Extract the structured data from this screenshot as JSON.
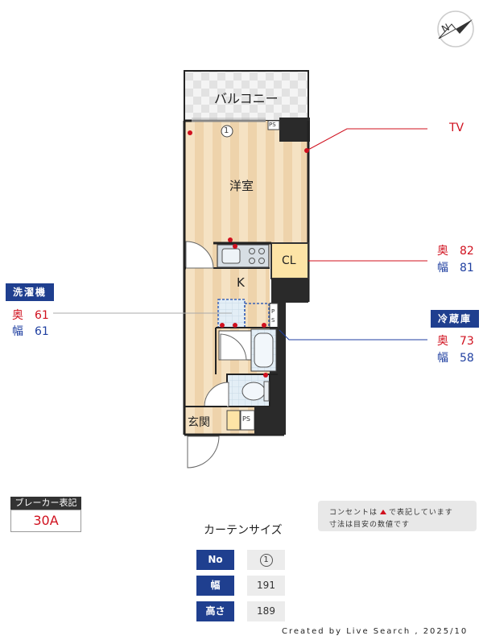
{
  "rooms": {
    "balcony": "バルコニー",
    "western_room": "洋室",
    "kitchen": "K",
    "closet": "CL",
    "entrance": "玄関",
    "ps_top": "PS",
    "ps_bottom": "PS",
    "ps_mid": "PS",
    "window_no": "1"
  },
  "tv": {
    "label": "TV"
  },
  "closet_size": {
    "depth_key": "奥",
    "depth": "82",
    "width_key": "幅",
    "width": "81"
  },
  "washer": {
    "title": "洗濯機",
    "depth_key": "奥",
    "depth": "61",
    "width_key": "幅",
    "width": "61"
  },
  "fridge": {
    "title": "冷蔵庫",
    "depth_key": "奥",
    "depth": "73",
    "width_key": "幅",
    "width": "58"
  },
  "breaker": {
    "title": "ブレーカー表記",
    "value": "30A"
  },
  "note": {
    "line1": "コンセントは",
    "line1b": "で表記しています",
    "line2": "寸法は目安の数値です"
  },
  "curtain": {
    "title": "カーテンサイズ",
    "rows": [
      {
        "header": "No",
        "value": "1"
      },
      {
        "header": "幅",
        "value": "191"
      },
      {
        "header": "高さ",
        "value": "189"
      }
    ]
  },
  "footer": "Created by Live Search , 2025/10",
  "compass": "N",
  "colors": {
    "navy": "#1f3f8f",
    "red": "#d0101e",
    "floor": "#f3dcb8",
    "closet": "#fde4a6",
    "wet": "#dde9f3"
  }
}
